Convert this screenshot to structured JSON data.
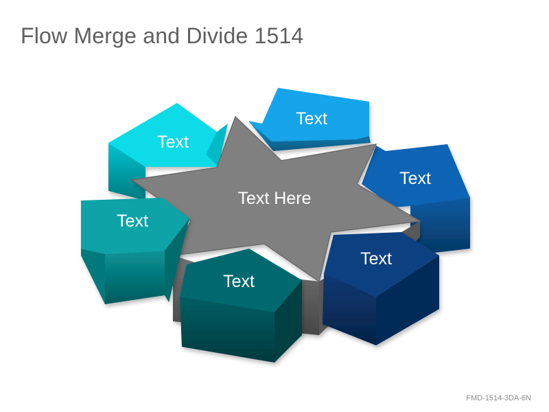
{
  "title": "Flow Merge and Divide 1514",
  "center": {
    "label": "Text Here",
    "color": "#808080"
  },
  "arrows": [
    {
      "label": "Text",
      "color": "#07dbe8"
    },
    {
      "label": "Text",
      "color": "#13a4ea"
    },
    {
      "label": "Text",
      "color": "#0a64b4"
    },
    {
      "label": "Text",
      "color": "#08a3a7"
    },
    {
      "label": "Text",
      "color": "#05696f"
    },
    {
      "label": "Text",
      "color": "#0a3f80"
    }
  ],
  "footer_code": "FMD-1514-3DA-6N"
}
